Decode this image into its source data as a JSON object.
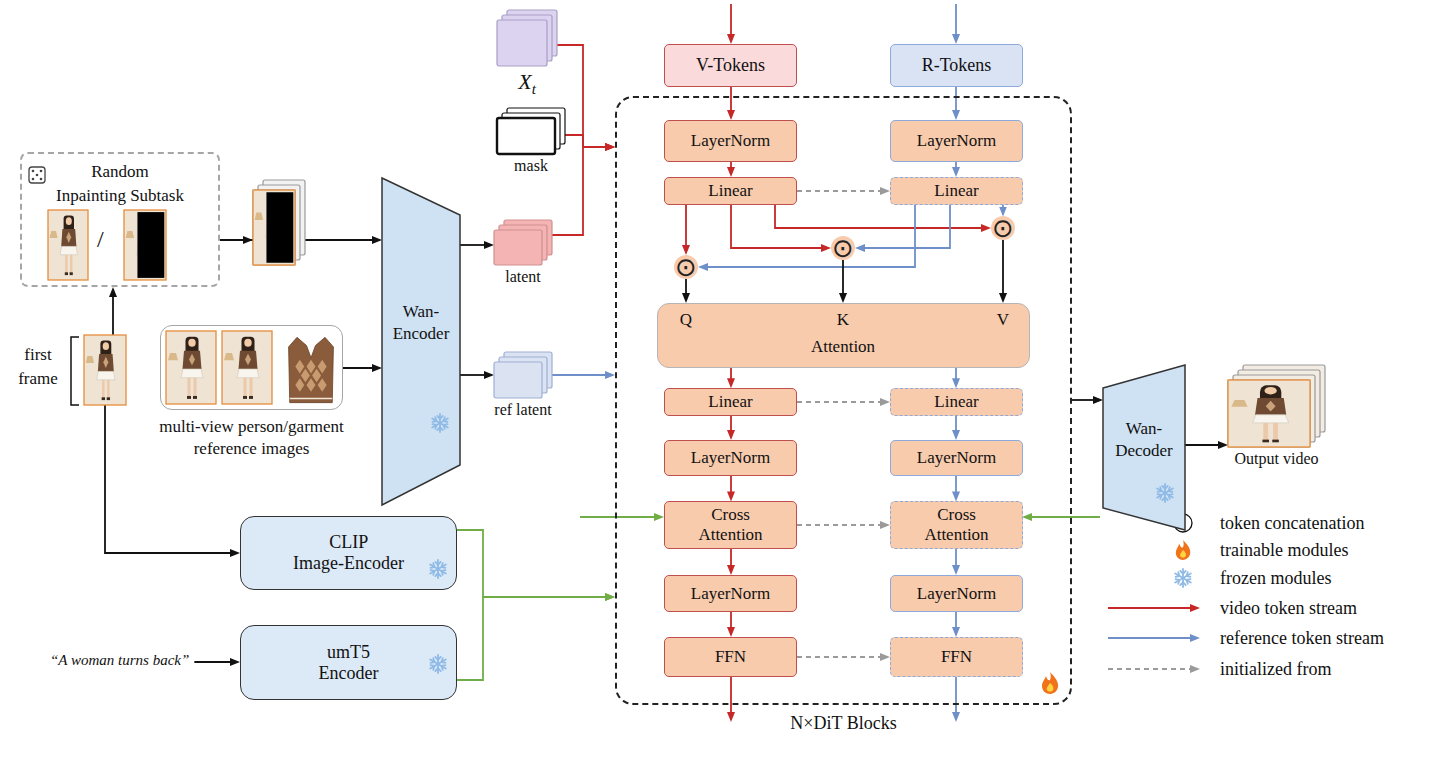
{
  "diagram": {
    "nodes": [
      {
        "text": [
          "Random Inpainting Subtask"
        ]
      },
      {
        "text": [
          "first frame"
        ]
      },
      {
        "text": [
          "multi-view person/garment reference images"
        ]
      },
      {
        "text": [
          "Wan-Encoder"
        ]
      },
      {
        "text": [
          "X",
          "t"
        ]
      },
      {
        "text": [
          "mask"
        ]
      },
      {
        "text": [
          "latent"
        ]
      },
      {
        "text": [
          "ref latent"
        ]
      },
      {
        "text": [
          "V-Tokens"
        ]
      },
      {
        "text": [
          "R-Tokens"
        ]
      },
      {
        "text": [
          "N×DiT Blocks"
        ]
      },
      {
        "text": [
          "LayerNorm"
        ],
        "in": 10
      },
      {
        "text": [
          "LayerNorm"
        ],
        "in": 10
      },
      {
        "text": [
          "Linear"
        ],
        "in": 10
      },
      {
        "text": [
          "Linear"
        ],
        "in": 10
      },
      {
        "text": [
          "⊙"
        ],
        "in": 10
      },
      {
        "text": [
          "⊙"
        ],
        "in": 10
      },
      {
        "text": [
          "⊙"
        ],
        "in": 10
      },
      {
        "text": [
          "Q",
          "K",
          "V",
          "Attention"
        ],
        "in": 10
      },
      {
        "text": [
          "Linear"
        ],
        "in": 10
      },
      {
        "text": [
          "Linear"
        ],
        "in": 10
      },
      {
        "text": [
          "LayerNorm"
        ],
        "in": 10
      },
      {
        "text": [
          "LayerNorm"
        ],
        "in": 10
      },
      {
        "text": [
          "Cross Attention"
        ],
        "in": 10
      },
      {
        "text": [
          "Cross Attention"
        ],
        "in": 10
      },
      {
        "text": [
          "LayerNorm"
        ],
        "in": 10
      },
      {
        "text": [
          "LayerNorm"
        ],
        "in": 10
      },
      {
        "text": [
          "FFN"
        ],
        "in": 10
      },
      {
        "text": [
          "FFN"
        ],
        "in": 10
      },
      {
        "text": [
          "CLIP Image-Encoder"
        ]
      },
      {
        "text": [
          "umT5 Encoder"
        ]
      },
      {
        "text": [
          "Wan-Decoder"
        ]
      },
      {
        "text": [
          "Output video"
        ]
      }
    ],
    "edges": [
      {
        "from": 1,
        "to": 0,
        "arrow": "to"
      },
      {
        "from": 1,
        "to": 29,
        "arrow": "to"
      },
      {
        "from": 0,
        "to": 3,
        "arrow": "to"
      },
      {
        "from": 2,
        "to": 3,
        "arrow": "to"
      },
      {
        "from": 3,
        "to": 6,
        "arrow": "to"
      },
      {
        "from": 3,
        "to": 7,
        "arrow": "to"
      },
      {
        "from": 4,
        "to": 10,
        "arrow": "to"
      },
      {
        "from": 5,
        "to": 10,
        "arrow": "to"
      },
      {
        "from": 6,
        "to": 10,
        "arrow": "to"
      },
      {
        "from": 7,
        "to": 10,
        "arrow": "to"
      },
      {
        "from": 8,
        "to": 11,
        "arrow": "to"
      },
      {
        "from": 9,
        "to": 12,
        "arrow": "to"
      },
      {
        "from": 11,
        "to": 13,
        "arrow": "to"
      },
      {
        "from": 12,
        "to": 14,
        "arrow": "to"
      },
      {
        "from": 13,
        "to": 14,
        "arrow": "to"
      },
      {
        "from": 13,
        "to": 15,
        "arrow": "to"
      },
      {
        "from": 13,
        "to": 16,
        "arrow": "to"
      },
      {
        "from": 13,
        "to": 17,
        "arrow": "to"
      },
      {
        "from": 14,
        "to": 15,
        "arrow": "to"
      },
      {
        "from": 14,
        "to": 16,
        "arrow": "to"
      },
      {
        "from": 14,
        "to": 17,
        "arrow": "to"
      },
      {
        "from": 15,
        "to": 18,
        "arrow": "to"
      },
      {
        "from": 16,
        "to": 18,
        "arrow": "to"
      },
      {
        "from": 17,
        "to": 18,
        "arrow": "to"
      },
      {
        "from": 18,
        "to": 19,
        "arrow": "to"
      },
      {
        "from": 18,
        "to": 20,
        "arrow": "to"
      },
      {
        "from": 19,
        "to": 20,
        "arrow": "to"
      },
      {
        "from": 19,
        "to": 21,
        "arrow": "to"
      },
      {
        "from": 20,
        "to": 22,
        "arrow": "to"
      },
      {
        "from": 21,
        "to": 23,
        "arrow": "to"
      },
      {
        "from": 22,
        "to": 24,
        "arrow": "to"
      },
      {
        "from": 23,
        "to": 24,
        "arrow": "to"
      },
      {
        "from": 23,
        "to": 25,
        "arrow": "to"
      },
      {
        "from": 24,
        "to": 26,
        "arrow": "to"
      },
      {
        "from": 25,
        "to": 27,
        "arrow": "to"
      },
      {
        "from": 26,
        "to": 28,
        "arrow": "to"
      },
      {
        "from": 27,
        "to": 28,
        "arrow": "to"
      },
      {
        "from": 29,
        "to": 10,
        "arrow": "to"
      },
      {
        "from": 30,
        "to": 10,
        "arrow": "to"
      },
      {
        "from": 10,
        "to": 31,
        "arrow": "to"
      },
      {
        "from": 31,
        "to": 32,
        "arrow": "to"
      }
    ],
    "labels": [
      "/",
      "“A woman turns back”"
    ],
    "legend": [
      {
        "text": "token concatenation"
      },
      {
        "text": "trainable modules"
      },
      {
        "text": "frozen modules"
      },
      {
        "text": "video token stream"
      },
      {
        "text": "reference token stream"
      },
      {
        "text": "initialized from"
      }
    ]
  }
}
